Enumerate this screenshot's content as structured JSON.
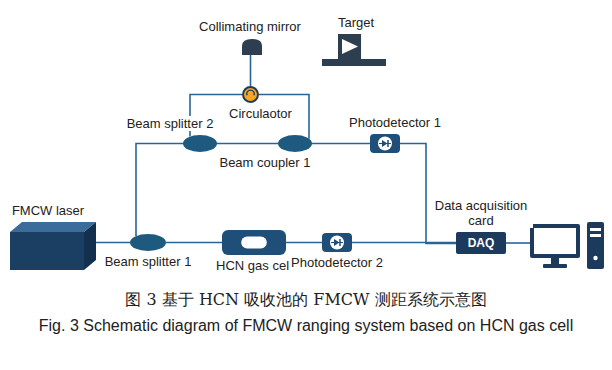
{
  "diagram": {
    "caption": "图 3 基于 HCN 吸收池的 FMCW 测距系统示意图",
    "nodes": [
      {
        "text": [
          "Collimating mirror"
        ]
      },
      {
        "text": [
          "Target"
        ]
      },
      {
        "text": [
          "Circulaotor"
        ]
      },
      {
        "text": [
          "Beam splitter 2"
        ]
      },
      {
        "text": [
          "Photodetector 1"
        ]
      },
      {
        "text": [
          "FMCW laser"
        ]
      },
      {
        "text": [
          "Beam coupler 1"
        ]
      },
      {
        "text": [
          "Data acquisition card",
          "DAQ"
        ]
      },
      {
        "text": [
          "Beam splitter 1"
        ]
      },
      {
        "text": [
          "HCN gas cell"
        ]
      },
      {
        "text": [
          "Photodetector 2"
        ]
      }
    ],
    "edges": [
      {
        "from": 5,
        "to": 8,
        "arrow": "none"
      },
      {
        "from": 8,
        "to": 3,
        "arrow": "none"
      },
      {
        "from": 3,
        "to": 2,
        "arrow": "none"
      },
      {
        "from": 2,
        "to": 0,
        "arrow": "none"
      },
      {
        "from": 2,
        "to": 6,
        "arrow": "none"
      },
      {
        "from": 3,
        "to": 6,
        "arrow": "none"
      },
      {
        "from": 6,
        "to": 4,
        "arrow": "none"
      },
      {
        "from": 4,
        "to": 7,
        "arrow": "none"
      },
      {
        "from": 8,
        "to": 9,
        "arrow": "none"
      },
      {
        "from": 9,
        "to": 10,
        "arrow": "none"
      },
      {
        "from": 10,
        "to": 7,
        "arrow": "none"
      }
    ],
    "labels": [
      "Fig. 3 Schematic diagram of FMCW ranging system based on HCN gas cell"
    ]
  }
}
